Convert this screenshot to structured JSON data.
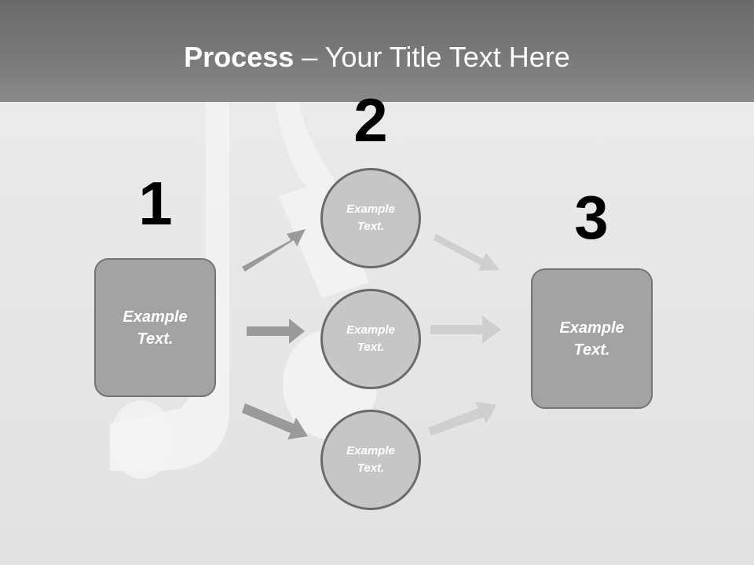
{
  "title": {
    "strong": "Process",
    "rest": " – Your Title Text Here"
  },
  "steps": [
    {
      "number": "1",
      "label": "Example\nText."
    },
    {
      "number": "2",
      "items": [
        {
          "label": "Example\nText."
        },
        {
          "label": "Example\nText."
        },
        {
          "label": "Example\nText."
        }
      ]
    },
    {
      "number": "3",
      "label": "Example\nText."
    }
  ],
  "colors": {
    "title_bar": "#7a7a7a",
    "box_fill": "#a3a3a3",
    "circle_fill": "#c6c6c6",
    "arrow_dark": "#9a9a9a",
    "arrow_light": "#cfcfcf"
  }
}
